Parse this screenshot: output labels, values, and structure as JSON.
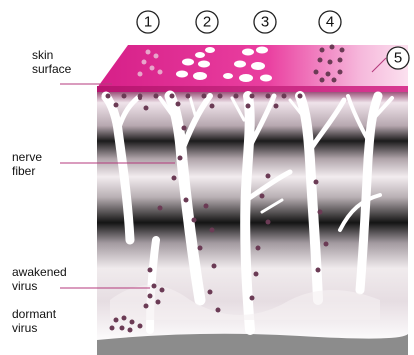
{
  "labels": {
    "skin_surface_1": "skin",
    "skin_surface_2": "surface",
    "nerve_fiber_1": "nerve",
    "nerve_fiber_2": "fiber",
    "awakened_virus_1": "awakened",
    "awakened_virus_2": "virus",
    "dormant_virus_1": "dormant",
    "dormant_virus_2": "virus"
  },
  "stages": [
    "1",
    "2",
    "3",
    "4",
    "5"
  ],
  "colors": {
    "skin_pink": "#e0258f",
    "skin_light": "#f7c0df",
    "virus_dot": "#6b3b55",
    "tissue_dark": "#1a1a1a",
    "tissue_light": "#efe3ea",
    "ground_gray": "#888888"
  }
}
